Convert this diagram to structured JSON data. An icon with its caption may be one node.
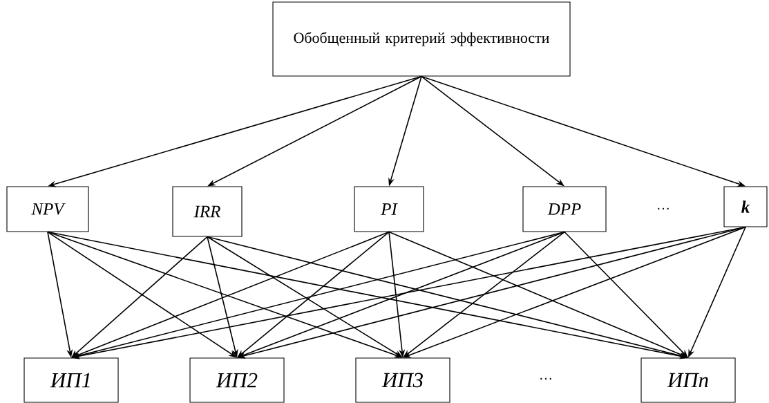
{
  "diagram": {
    "nodes": [
      {
        "text": [
          "Обобщенный критерий эффективности"
        ]
      },
      {
        "text": [
          "NPV"
        ]
      },
      {
        "text": [
          "IRR"
        ]
      },
      {
        "text": [
          "PI"
        ]
      },
      {
        "text": [
          "DPP"
        ]
      },
      {
        "text": [
          "k"
        ]
      },
      {
        "text": [
          "ИП1"
        ]
      },
      {
        "text": [
          "ИП2"
        ]
      },
      {
        "text": [
          "ИП3"
        ]
      },
      {
        "text": [
          "ИПn"
        ]
      }
    ],
    "edges": [
      {
        "from": 0,
        "to": 1,
        "arrow": "to"
      },
      {
        "from": 0,
        "to": 2,
        "arrow": "to"
      },
      {
        "from": 0,
        "to": 3,
        "arrow": "to"
      },
      {
        "from": 0,
        "to": 4,
        "arrow": "to"
      },
      {
        "from": 0,
        "to": 5,
        "arrow": "to"
      },
      {
        "from": 1,
        "to": 6,
        "arrow": "to"
      },
      {
        "from": 1,
        "to": 7,
        "arrow": "to"
      },
      {
        "from": 1,
        "to": 8,
        "arrow": "to"
      },
      {
        "from": 1,
        "to": 9,
        "arrow": "to"
      },
      {
        "from": 2,
        "to": 6,
        "arrow": "to"
      },
      {
        "from": 2,
        "to": 7,
        "arrow": "to"
      },
      {
        "from": 2,
        "to": 8,
        "arrow": "to"
      },
      {
        "from": 2,
        "to": 9,
        "arrow": "to"
      },
      {
        "from": 3,
        "to": 6,
        "arrow": "to"
      },
      {
        "from": 3,
        "to": 7,
        "arrow": "to"
      },
      {
        "from": 3,
        "to": 8,
        "arrow": "to"
      },
      {
        "from": 3,
        "to": 9,
        "arrow": "to"
      },
      {
        "from": 4,
        "to": 6,
        "arrow": "to"
      },
      {
        "from": 4,
        "to": 7,
        "arrow": "to"
      },
      {
        "from": 4,
        "to": 8,
        "arrow": "to"
      },
      {
        "from": 4,
        "to": 9,
        "arrow": "to"
      },
      {
        "from": 5,
        "to": 6,
        "arrow": "to"
      },
      {
        "from": 5,
        "to": 7,
        "arrow": "to"
      },
      {
        "from": 5,
        "to": 8,
        "arrow": "to"
      },
      {
        "from": 5,
        "to": 9,
        "arrow": "to"
      }
    ],
    "labels": [
      "…",
      "…"
    ]
  }
}
